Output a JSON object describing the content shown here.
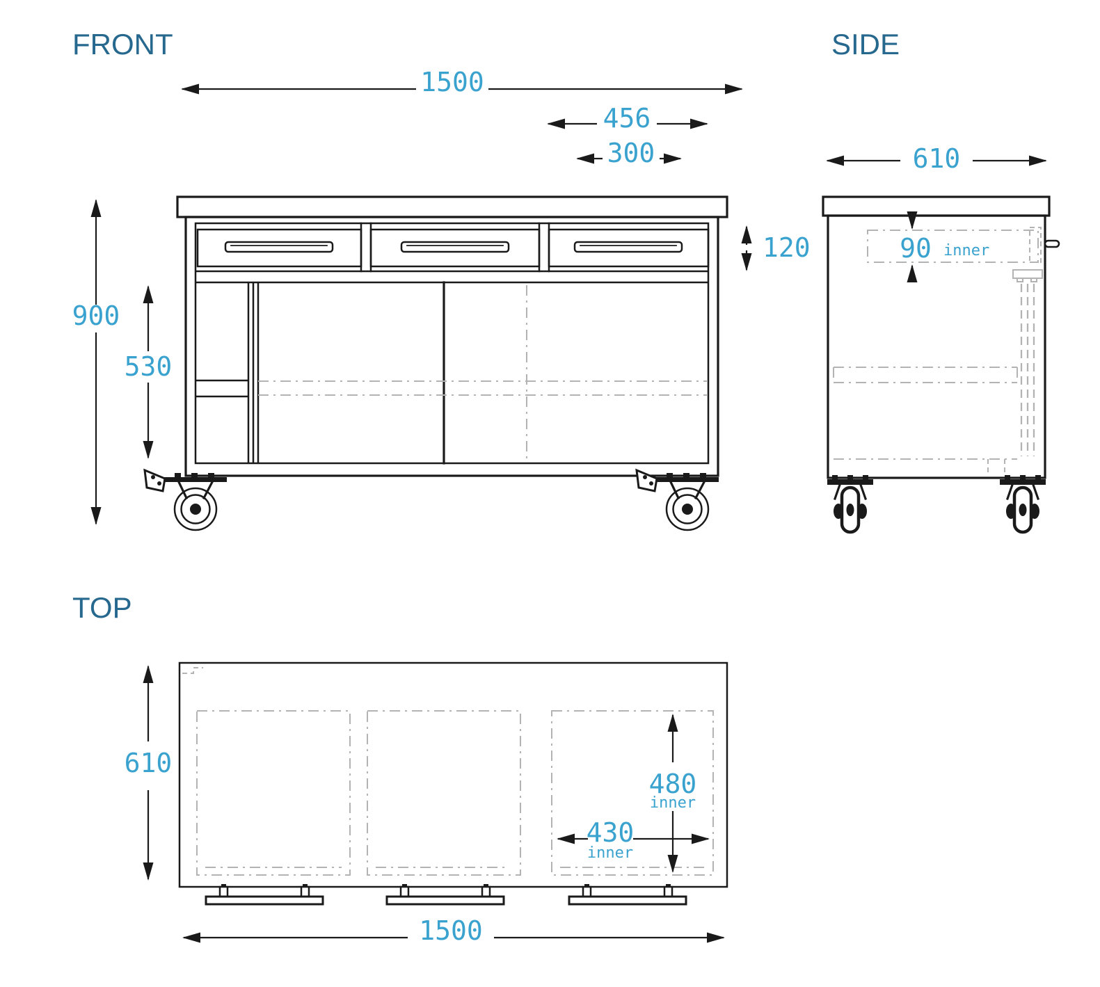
{
  "drawing": {
    "colors": {
      "title": "#26688e",
      "dimension": "#3aa2ce",
      "line": "#1a1a1a",
      "hidden": "#b3b3b3"
    },
    "views": {
      "front": {
        "title": "FRONT",
        "dimensions": {
          "overall_width": "1500",
          "right_drawer_span": "456",
          "right_drawer_width": "300",
          "overall_height": "900",
          "door_opening_height": "530",
          "drawer_front_height": "120"
        }
      },
      "side": {
        "title": "SIDE",
        "dimensions": {
          "overall_depth": "610",
          "drawer_inner_height": "90",
          "drawer_inner_height_suffix": "inner"
        }
      },
      "top": {
        "title": "TOP",
        "dimensions": {
          "overall_depth": "610",
          "overall_width": "1500",
          "drawer_inner_depth": "480",
          "drawer_inner_depth_suffix": "inner",
          "drawer_inner_width": "430",
          "drawer_inner_width_suffix": "inner"
        }
      }
    }
  }
}
